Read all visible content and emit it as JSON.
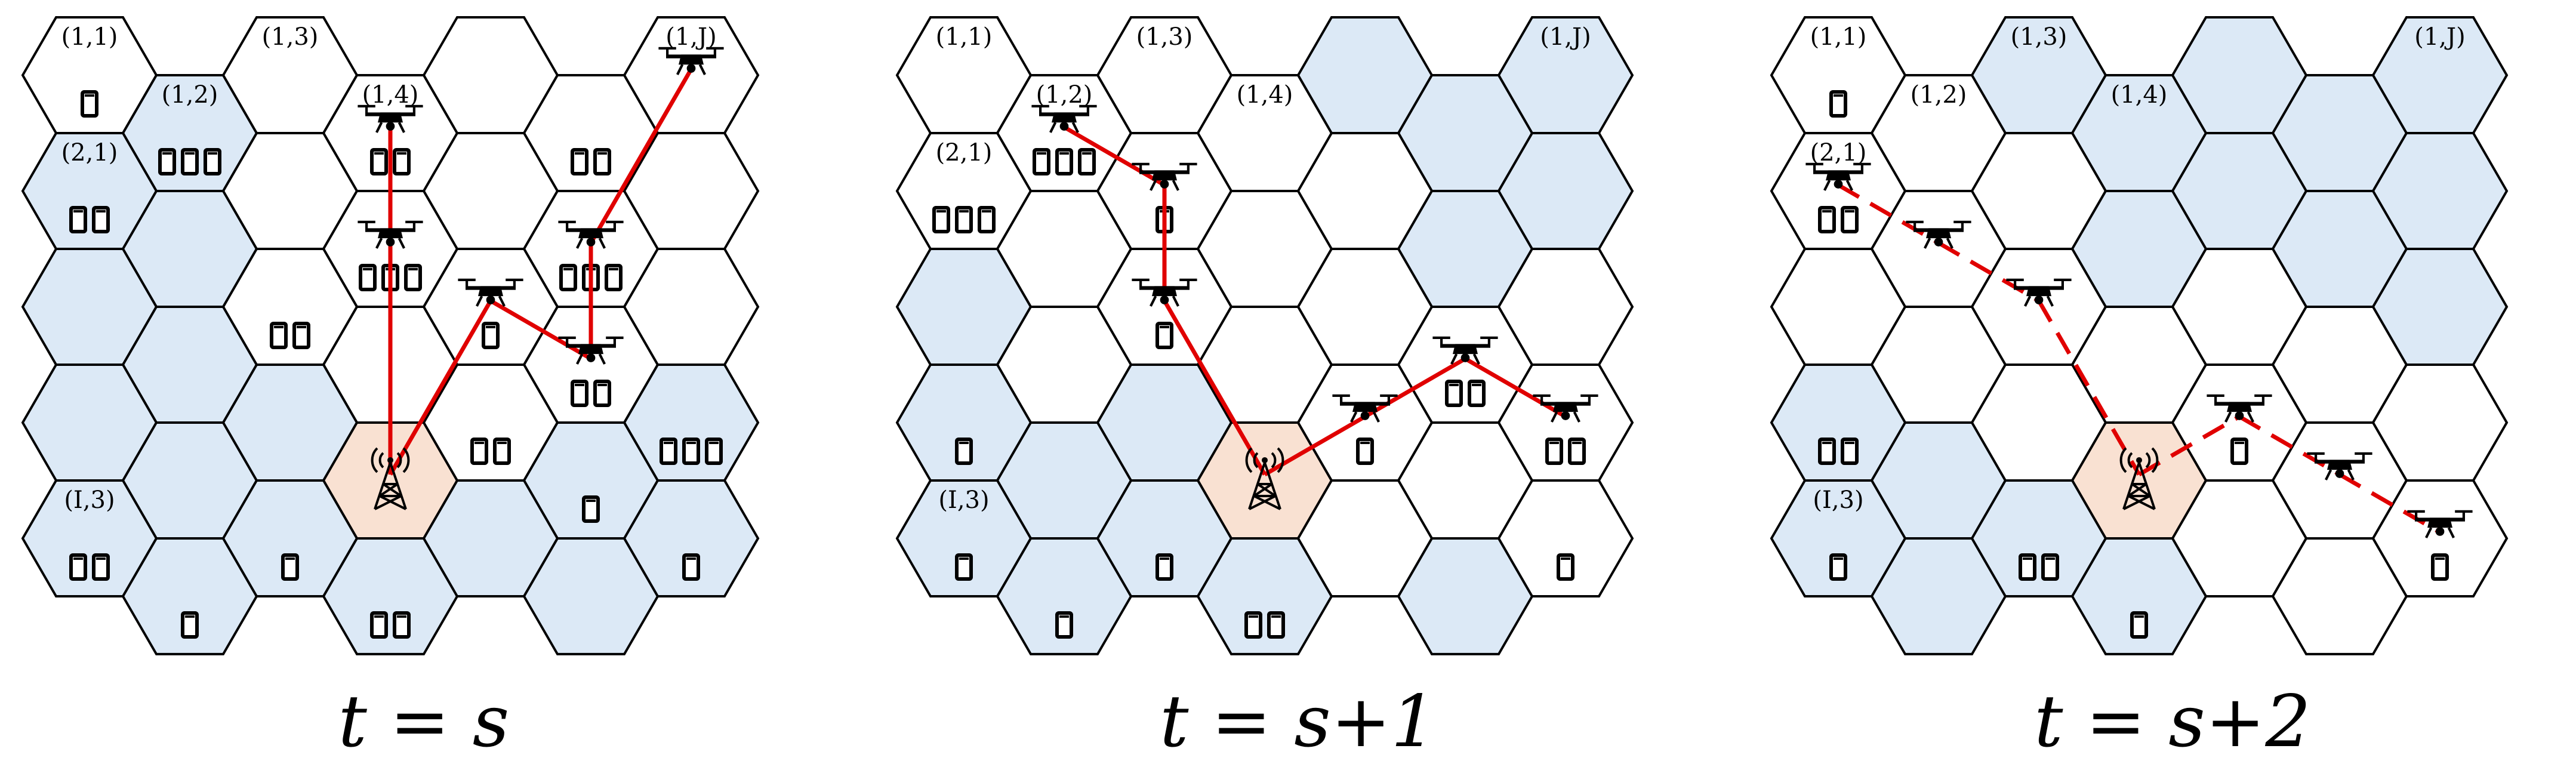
{
  "colors": {
    "blue_cell": "#dce9f6",
    "white_cell": "#ffffff",
    "tower_cell": "#f9e1d2",
    "link": "#e00000",
    "stroke": "#000000"
  },
  "icons": {
    "drone": "drone-icon",
    "tower": "cell-tower-icon",
    "phone": "user-device-icon"
  },
  "panels": [
    {
      "caption": "t = s",
      "labels": [
        {
          "cell": [
            0,
            0
          ],
          "text": "(1,1)"
        },
        {
          "cell": [
            0,
            1
          ],
          "text": "(1,2)"
        },
        {
          "cell": [
            0,
            2
          ],
          "text": "(1,3)"
        },
        {
          "cell": [
            0,
            3
          ],
          "text": "(1,4)"
        },
        {
          "cell": [
            0,
            6
          ],
          "text": "(1,J)"
        },
        {
          "cell": [
            1,
            0
          ],
          "text": "(2,1)"
        },
        {
          "cell": [
            4,
            0
          ],
          "text": "(I,3)"
        }
      ],
      "blue_cells": [
        [
          0,
          1
        ],
        [
          1,
          0
        ],
        [
          1,
          1
        ],
        [
          2,
          0
        ],
        [
          2,
          1
        ],
        [
          3,
          0
        ],
        [
          3,
          1
        ],
        [
          3,
          2
        ],
        [
          3,
          3
        ],
        [
          3,
          5
        ],
        [
          3,
          6
        ],
        [
          4,
          0
        ],
        [
          4,
          1
        ],
        [
          4,
          2
        ],
        [
          4,
          3
        ],
        [
          4,
          4
        ],
        [
          4,
          5
        ],
        [
          4,
          6
        ]
      ],
      "tower": [
        3,
        3
      ],
      "drones": [
        [
          0,
          3
        ],
        [
          0,
          6
        ],
        [
          1,
          3
        ],
        [
          1,
          5
        ],
        [
          2,
          4
        ],
        [
          2,
          5
        ]
      ],
      "links": [
        [
          [
            3,
            3
          ],
          [
            1,
            3
          ]
        ],
        [
          [
            1,
            3
          ],
          [
            0,
            3
          ]
        ],
        [
          [
            3,
            3
          ],
          [
            2,
            4
          ]
        ],
        [
          [
            2,
            4
          ],
          [
            2,
            5
          ]
        ],
        [
          [
            2,
            5
          ],
          [
            1,
            5
          ]
        ],
        [
          [
            1,
            5
          ],
          [
            0,
            6
          ]
        ]
      ],
      "dashed": false,
      "phones": [
        {
          "cell": [
            0,
            0
          ],
          "n": 1
        },
        {
          "cell": [
            0,
            1
          ],
          "n": 3
        },
        {
          "cell": [
            1,
            0
          ],
          "n": 2
        },
        {
          "cell": [
            1,
            3
          ],
          "n": 3
        },
        {
          "cell": [
            2,
            2
          ],
          "n": 2
        },
        {
          "cell": [
            0,
            3
          ],
          "n": 2
        },
        {
          "cell": [
            1,
            5
          ],
          "n": 3
        },
        {
          "cell": [
            0,
            5
          ],
          "n": 2
        },
        {
          "cell": [
            2,
            4
          ],
          "n": 1
        },
        {
          "cell": [
            2,
            5
          ],
          "n": 2
        },
        {
          "cell": [
            3,
            5
          ],
          "n": 1
        },
        {
          "cell": [
            3,
            4
          ],
          "n": 2
        },
        {
          "cell": [
            3,
            6
          ],
          "n": 3
        },
        {
          "cell": [
            4,
            0
          ],
          "n": 2
        },
        {
          "cell": [
            4,
            1
          ],
          "n": 1
        },
        {
          "cell": [
            4,
            2
          ],
          "n": 1
        },
        {
          "cell": [
            4,
            3
          ],
          "n": 2
        },
        {
          "cell": [
            4,
            6
          ],
          "n": 1
        }
      ]
    },
    {
      "caption": "t = s+1",
      "labels": [
        {
          "cell": [
            0,
            0
          ],
          "text": "(1,1)"
        },
        {
          "cell": [
            0,
            1
          ],
          "text": "(1,2)"
        },
        {
          "cell": [
            0,
            2
          ],
          "text": "(1,3)"
        },
        {
          "cell": [
            0,
            3
          ],
          "text": "(1,4)"
        },
        {
          "cell": [
            0,
            6
          ],
          "text": "(1,J)"
        },
        {
          "cell": [
            1,
            0
          ],
          "text": "(2,1)"
        },
        {
          "cell": [
            4,
            0
          ],
          "text": "(I,3)"
        }
      ],
      "blue_cells": [
        [
          0,
          4
        ],
        [
          0,
          5
        ],
        [
          0,
          6
        ],
        [
          1,
          5
        ],
        [
          1,
          6
        ],
        [
          2,
          0
        ],
        [
          3,
          0
        ],
        [
          3,
          1
        ],
        [
          3,
          2
        ],
        [
          4,
          0
        ],
        [
          4,
          1
        ],
        [
          4,
          2
        ],
        [
          4,
          3
        ],
        [
          4,
          5
        ]
      ],
      "tower": [
        3,
        3
      ],
      "drones": [
        [
          0,
          1
        ],
        [
          1,
          2
        ],
        [
          2,
          2
        ],
        [
          3,
          4
        ],
        [
          2,
          5
        ],
        [
          3,
          6
        ]
      ],
      "links": [
        [
          [
            0,
            1
          ],
          [
            1,
            2
          ]
        ],
        [
          [
            1,
            2
          ],
          [
            2,
            2
          ]
        ],
        [
          [
            2,
            2
          ],
          [
            3,
            3
          ]
        ],
        [
          [
            3,
            3
          ],
          [
            3,
            4
          ]
        ],
        [
          [
            3,
            4
          ],
          [
            2,
            5
          ]
        ],
        [
          [
            2,
            5
          ],
          [
            3,
            6
          ]
        ]
      ],
      "dashed": false,
      "phones": [
        {
          "cell": [
            0,
            1
          ],
          "n": 3
        },
        {
          "cell": [
            1,
            0
          ],
          "n": 3
        },
        {
          "cell": [
            1,
            2
          ],
          "n": 1
        },
        {
          "cell": [
            2,
            2
          ],
          "n": 1
        },
        {
          "cell": [
            2,
            5
          ],
          "n": 2
        },
        {
          "cell": [
            3,
            4
          ],
          "n": 1
        },
        {
          "cell": [
            3,
            6
          ],
          "n": 2
        },
        {
          "cell": [
            3,
            0
          ],
          "n": 1
        },
        {
          "cell": [
            4,
            0
          ],
          "n": 1
        },
        {
          "cell": [
            4,
            1
          ],
          "n": 1
        },
        {
          "cell": [
            4,
            2
          ],
          "n": 1
        },
        {
          "cell": [
            4,
            3
          ],
          "n": 2
        },
        {
          "cell": [
            4,
            6
          ],
          "n": 1
        }
      ]
    },
    {
      "caption": "t = s+2",
      "labels": [
        {
          "cell": [
            0,
            0
          ],
          "text": "(1,1)"
        },
        {
          "cell": [
            0,
            1
          ],
          "text": "(1,2)"
        },
        {
          "cell": [
            0,
            2
          ],
          "text": "(1,3)"
        },
        {
          "cell": [
            0,
            3
          ],
          "text": "(1,4)"
        },
        {
          "cell": [
            0,
            6
          ],
          "text": "(1,J)"
        },
        {
          "cell": [
            1,
            0
          ],
          "text": "(2,1)"
        },
        {
          "cell": [
            4,
            0
          ],
          "text": "(I,3)"
        }
      ],
      "blue_cells": [
        [
          0,
          2
        ],
        [
          0,
          3
        ],
        [
          0,
          4
        ],
        [
          0,
          5
        ],
        [
          0,
          6
        ],
        [
          1,
          3
        ],
        [
          1,
          4
        ],
        [
          1,
          5
        ],
        [
          1,
          6
        ],
        [
          2,
          6
        ],
        [
          3,
          0
        ],
        [
          3,
          1
        ],
        [
          4,
          0
        ],
        [
          4,
          1
        ],
        [
          4,
          2
        ],
        [
          4,
          3
        ]
      ],
      "tower": [
        3,
        3
      ],
      "drones": [
        [
          1,
          0
        ],
        [
          1,
          1
        ],
        [
          2,
          2
        ],
        [
          3,
          4
        ],
        [
          3,
          5
        ],
        [
          4,
          6
        ]
      ],
      "links": [
        [
          [
            1,
            0
          ],
          [
            1,
            1
          ]
        ],
        [
          [
            1,
            1
          ],
          [
            2,
            2
          ]
        ],
        [
          [
            2,
            2
          ],
          [
            3,
            3
          ]
        ],
        [
          [
            3,
            3
          ],
          [
            3,
            4
          ]
        ],
        [
          [
            3,
            4
          ],
          [
            3,
            5
          ]
        ],
        [
          [
            3,
            5
          ],
          [
            4,
            6
          ]
        ]
      ],
      "dashed": true,
      "phones": [
        {
          "cell": [
            0,
            0
          ],
          "n": 1
        },
        {
          "cell": [
            1,
            0
          ],
          "n": 2
        },
        {
          "cell": [
            3,
            0
          ],
          "n": 2
        },
        {
          "cell": [
            4,
            0
          ],
          "n": 1
        },
        {
          "cell": [
            4,
            2
          ],
          "n": 2
        },
        {
          "cell": [
            4,
            3
          ],
          "n": 1
        },
        {
          "cell": [
            3,
            4
          ],
          "n": 1
        },
        {
          "cell": [
            4,
            6
          ],
          "n": 1
        }
      ]
    }
  ]
}
